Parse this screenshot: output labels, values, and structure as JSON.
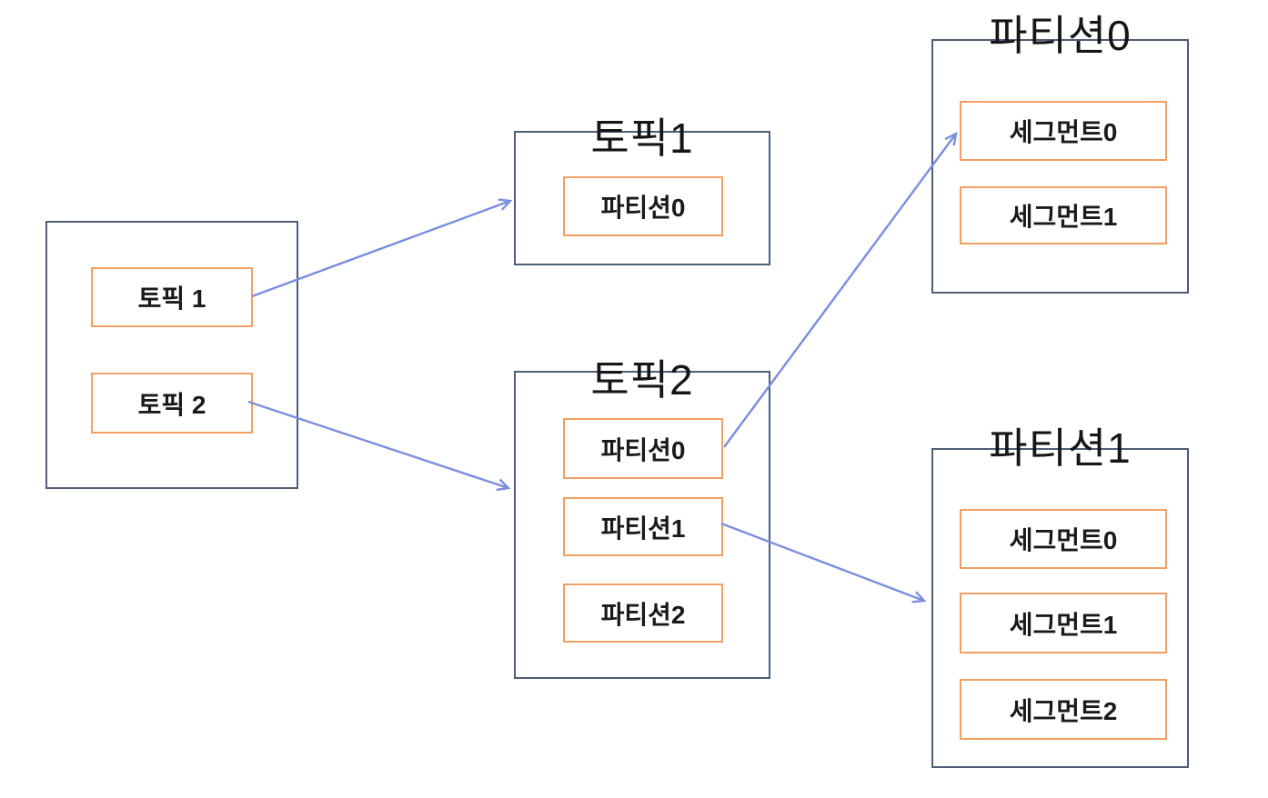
{
  "diagram": {
    "description": "Kafka topic / partition / segment structure diagram",
    "colors": {
      "outer_border": "#4f5d78",
      "inner_border": "#f0a064",
      "arrow": "#7b8edd",
      "text": "#1a1a1a",
      "background": "#ffffff"
    },
    "broker_box": {
      "topics": [
        {
          "label": "토픽 1"
        },
        {
          "label": "토픽 2"
        }
      ]
    },
    "topic1_box": {
      "title": "토픽1",
      "partitions": [
        {
          "label": "파티션0"
        }
      ]
    },
    "topic2_box": {
      "title": "토픽2",
      "partitions": [
        {
          "label": "파티션0"
        },
        {
          "label": "파티션1"
        },
        {
          "label": "파티션2"
        }
      ]
    },
    "partition0_box": {
      "title": "파티션0",
      "segments": [
        {
          "label": "세그먼트0"
        },
        {
          "label": "세그먼트1"
        }
      ]
    },
    "partition1_box": {
      "title": "파티션1",
      "segments": [
        {
          "label": "세그먼트0"
        },
        {
          "label": "세그먼트1"
        },
        {
          "label": "세그먼트2"
        }
      ]
    },
    "edges": [
      {
        "from": "토픽 1",
        "to": "토픽1"
      },
      {
        "from": "토픽 2",
        "to": "토픽2"
      },
      {
        "from": "토픽2/파티션0",
        "to": "파티션0/세그먼트0"
      },
      {
        "from": "토픽2/파티션1",
        "to": "파티션1"
      }
    ]
  }
}
